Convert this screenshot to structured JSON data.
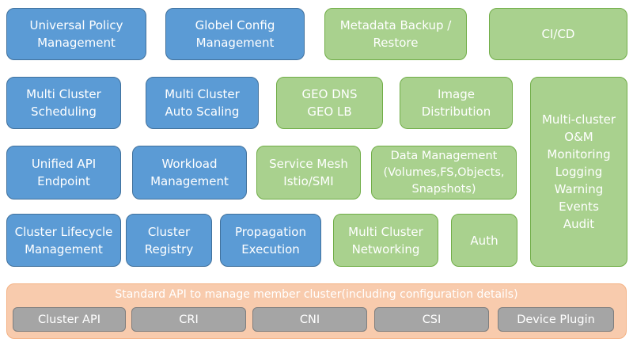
{
  "blue_boxes": {
    "universal_policy": "Universal Policy\nManagement",
    "global_config": "Globel Config\nManagement",
    "multi_cluster_scheduling": "Multi Cluster\nScheduling",
    "multi_cluster_auto_scaling": "Multi Cluster\nAuto Scaling",
    "unified_api": "Unified API\nEndpoint",
    "workload_management": "Workload\nManagement",
    "cluster_lifecycle": "Cluster Lifecycle\nManagement",
    "cluster_registry": "Cluster\nRegistry",
    "propagation_execution": "Propagation\nExecution"
  },
  "green_boxes": {
    "metadata_backup": "Metadata Backup /\nRestore",
    "ci_cd": "CI/CD",
    "geo": "GEO DNS\nGEO LB",
    "image_distribution": "Image\nDistribution",
    "service_mesh": "Service Mesh\nIstio/SMI",
    "data_management": "Data Management\n(Volumes,FS,Objects,\nSnapshots)",
    "multi_cluster_networking": "Multi Cluster\nNetworking",
    "auth": "Auth",
    "om": "Multi-cluster\nO&M\nMonitoring\nLogging\nWarning\nEvents\nAudit"
  },
  "bottom": {
    "title": "Standard API to manage member cluster(including configuration details)",
    "items": [
      "Cluster API",
      "CRI",
      "CNI",
      "CSI",
      "Device Plugin"
    ]
  },
  "colors": {
    "blue": "#5b9bd5",
    "green": "#a9d18e",
    "orange": "#f8cbad",
    "gray": "#a5a5a5"
  }
}
